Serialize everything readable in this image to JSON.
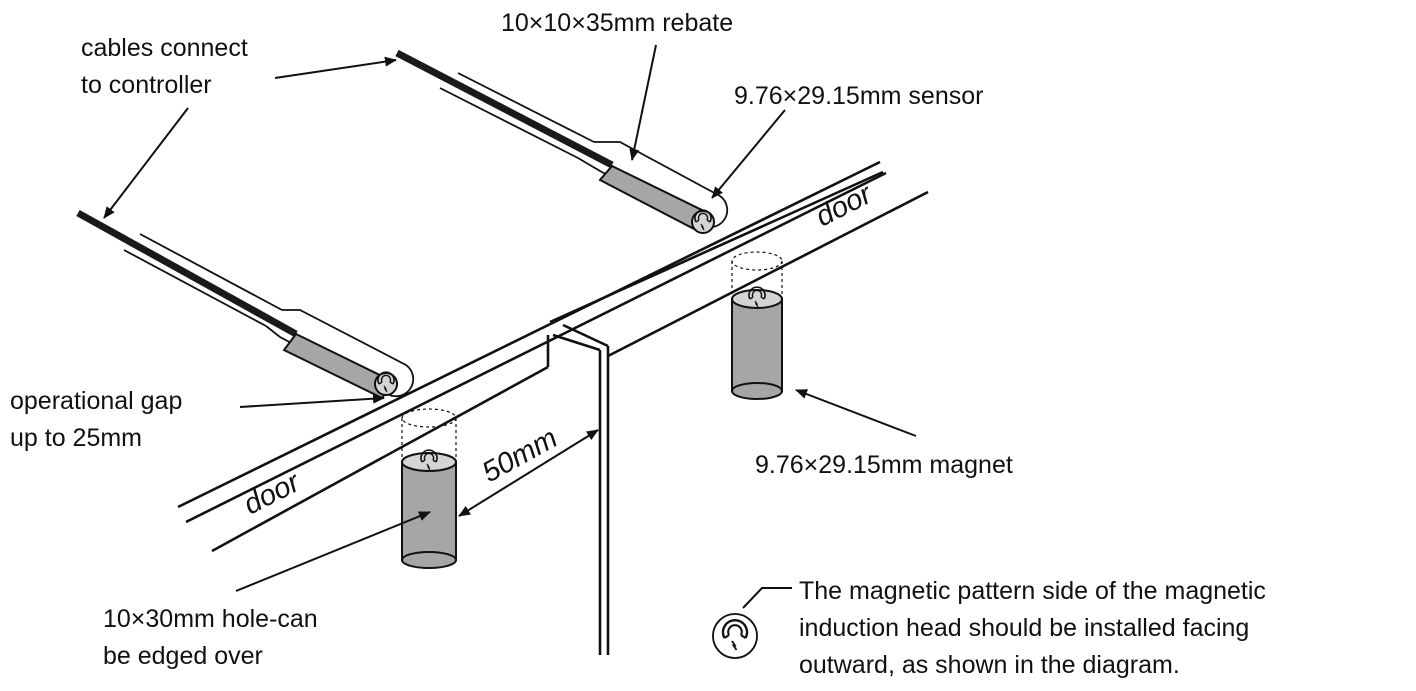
{
  "labels": {
    "rebate": "10×10×35mm rebate",
    "cables_line1": "cables connect",
    "cables_line2": "to controller",
    "sensor": "9.76×29.15mm sensor",
    "door_right": "door",
    "door_left": "door",
    "gap_line1": "operational gap",
    "gap_line2": "up to 25mm",
    "distance": "50mm",
    "magnet": "9.76×29.15mm magnet",
    "hole_line1": "10×30mm hole-can",
    "hole_line2": "be edged over",
    "note_line1": "The magnetic pattern side of the magnetic",
    "note_line2": "induction head should be installed facing",
    "note_line3": "outward, as shown in the diagram."
  },
  "icons": {
    "magnet_symbol": "magnet-icon"
  },
  "colors": {
    "line": "#111111",
    "cylinder_fill": "#a6a6a6",
    "cylinder_top": "#d4d4d4",
    "background": "#ffffff"
  }
}
